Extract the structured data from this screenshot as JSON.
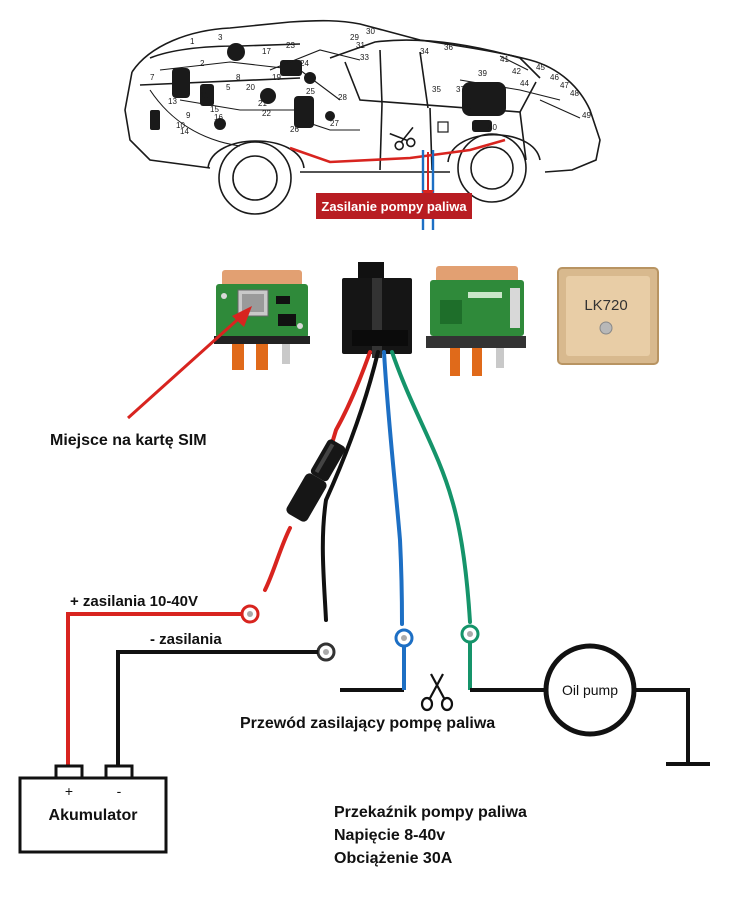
{
  "car": {
    "fuel_pump_power_label": "Zasilanie pompy paliwa",
    "part_numbers": [
      "1",
      "2",
      "3",
      "5",
      "7",
      "8",
      "9",
      "10",
      "11",
      "13",
      "14",
      "15",
      "16",
      "17",
      "19",
      "20",
      "21",
      "22",
      "23",
      "24",
      "25",
      "26",
      "27",
      "28",
      "29",
      "30",
      "31",
      "33",
      "34",
      "35",
      "36",
      "37",
      "38",
      "39",
      "40",
      "41",
      "42",
      "44",
      "45",
      "46",
      "47",
      "48",
      "49"
    ]
  },
  "devices": {
    "gps_antenna_label": "LK720"
  },
  "callouts": {
    "sim_slot": "Miejsce na kartę SIM"
  },
  "wiring": {
    "positive_supply": "+ zasilania 10-40V",
    "negative_supply": "- zasilania",
    "cut_wire": "Przewód zasilający pompę paliwa",
    "pump": "Oil pump"
  },
  "battery": {
    "label": "Akumulator",
    "plus": "+",
    "minus": "-"
  },
  "specs": {
    "line1": "Przekaźnik pompy paliwa",
    "line2": "Napięcie 8-40v",
    "line3": "Obciążenie 30A"
  },
  "colors": {
    "positive_wire": "#d8241f",
    "negative_wire": "#111111",
    "blue_wire": "#1d6fc4",
    "green_wire": "#15946a",
    "pcb_green": "#2f8a3a",
    "label_bg": "#b81d22"
  }
}
